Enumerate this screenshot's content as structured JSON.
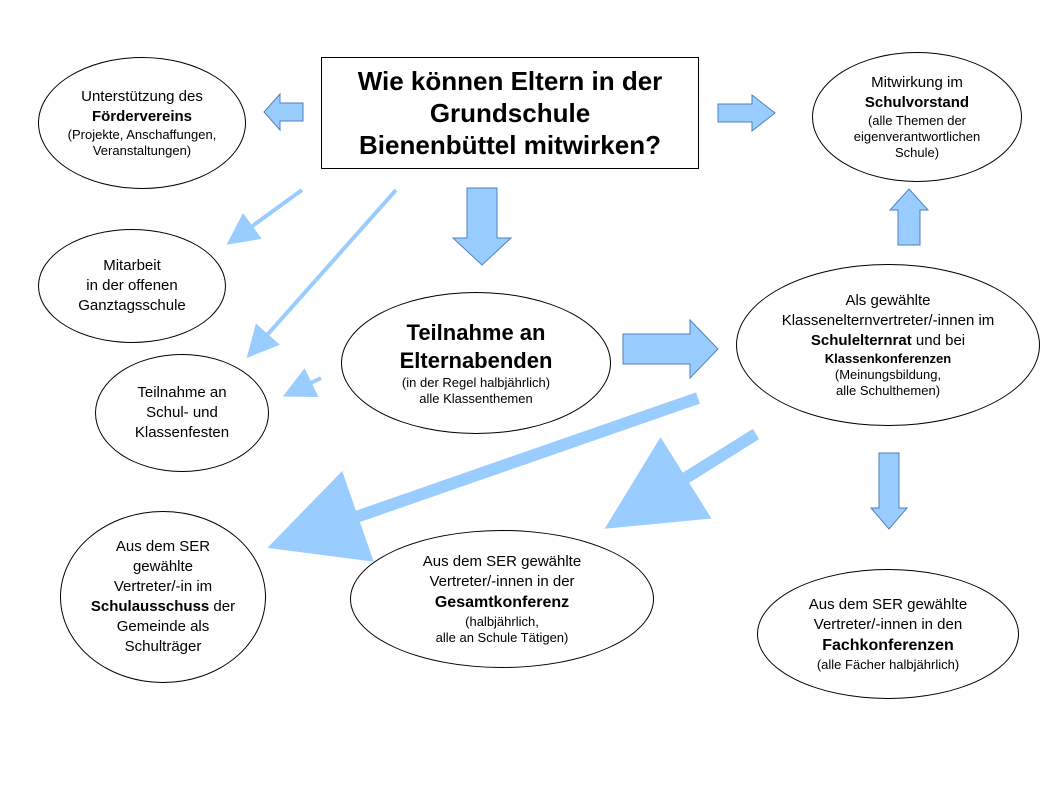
{
  "colors": {
    "arrow_fill": "#99ccff",
    "arrow_stroke": "#4f81bd",
    "light_arrow": "#99ccff"
  },
  "title": {
    "line1": "Wie können Eltern in der",
    "line2": "Grundschule",
    "line3": "Bienenbüttel mitwirken?"
  },
  "foerderverein": {
    "l1": "Unterstützung des",
    "l2": "Fördervereins",
    "l3": "(Projekte, Anschaffungen,",
    "l4": "Veranstaltungen)"
  },
  "schulvorstand": {
    "l1": "Mitwirkung im",
    "l2": "Schulvorstand",
    "l3": "(alle Themen der",
    "l4": "eigenverantwortlichen",
    "l5": "Schule)"
  },
  "ganztag": {
    "l1": "Mitarbeit",
    "l2": "in der offenen",
    "l3": "Ganztagsschule"
  },
  "elternabende": {
    "l1": "Teilnahme an",
    "l2": "Elternabenden",
    "l3": "(in der Regel halbjährlich)",
    "l4": "alle Klassenthemen"
  },
  "schulelternrat": {
    "l1": "Als gewählte",
    "l2": "Klassenelternvertreter/-innen im",
    "l3_bold": "Schulelternrat",
    "l3_rest": " und bei",
    "l4": "Klassenkonferenzen",
    "l5": "(Meinungsbildung,",
    "l6": "alle Schulthemen)"
  },
  "feste": {
    "l1": "Teilnahme an",
    "l2": "Schul- und",
    "l3": "Klassenfesten"
  },
  "schulausschuss": {
    "l1": "Aus dem SER",
    "l2": "gewählte",
    "l3": "Vertreter/-in im",
    "l4_bold": "Schulausschuss",
    "l4_rest": " der",
    "l5": "Gemeinde als",
    "l6": "Schulträger"
  },
  "gesamtkonferenz": {
    "l1": "Aus dem SER gewählte",
    "l2": "Vertreter/-innen in der",
    "l3": "Gesamtkonferenz",
    "l4": "(halbjährlich,",
    "l5": "alle an Schule Tätigen)"
  },
  "fachkonferenzen": {
    "l1": "Aus dem SER gewählte",
    "l2": "Vertreter/-innen in den",
    "l3": "Fachkonferenzen",
    "l4": "(alle Fächer halbjährlich)"
  }
}
